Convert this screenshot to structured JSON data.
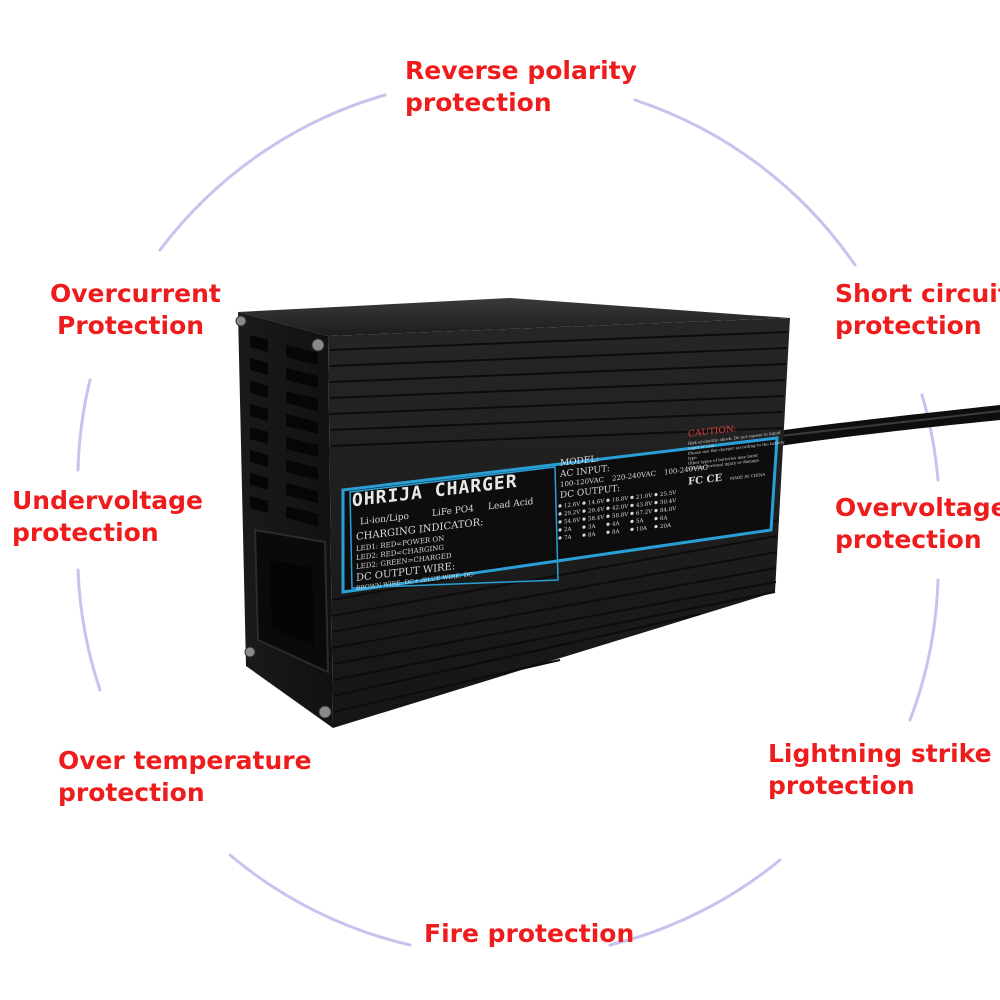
{
  "features": [
    {
      "id": "reverse-polarity",
      "line1": "Reverse polarity",
      "line2": "protection"
    },
    {
      "id": "overcurrent",
      "line1": "Overcurrent",
      "line2": "Protection"
    },
    {
      "id": "short-circuit",
      "line1": "Short circuit",
      "line2": "protection"
    },
    {
      "id": "undervoltage",
      "line1": "Undervoltage",
      "line2": "protection"
    },
    {
      "id": "overvoltage",
      "line1": "Overvoltage",
      "line2": "protection"
    },
    {
      "id": "over-temperature",
      "line1": "Over temperature",
      "line2": "protection"
    },
    {
      "id": "lightning-strike",
      "line1": "Lightning strike",
      "line2": "protection"
    },
    {
      "id": "fire",
      "line1": "Fire protection",
      "line2": ""
    }
  ],
  "label": {
    "brand": "OHRIJA CHARGER",
    "chemistries": [
      "Li-ion/Lipo",
      "LiFe PO4",
      "Lead Acid"
    ],
    "indicator_title": "CHARGING INDICATOR:",
    "led1": "LED1: RED=POWER ON",
    "led2": "LED2: RED=CHARGING",
    "led3": "LED2: GREEN=CHARGED",
    "dc_wire_title": "DC OUTPUT WIRE:",
    "dc_wire": "BROWN WIRE: DC+ /BLUE WIRE: DC-",
    "model": "MODEL:",
    "ac_input": "AC INPUT:",
    "ac_options": [
      "100-120VAC",
      "220-240VAC",
      "100-240VAC"
    ],
    "dc_output": "DC OUTPUT:",
    "voltages": [
      "12.6V",
      "14.6V",
      "16.8V",
      "21.0V",
      "25.5V",
      "29.2V",
      "29.4V",
      "42.0V",
      "43.8V",
      "50.4V",
      "54.6V",
      "58.4V",
      "58.8V",
      "67.2V",
      "84.0V"
    ],
    "currents": [
      "2A",
      "3A",
      "4A",
      "5A",
      "6A",
      "7A",
      "8A",
      "8A",
      "10A",
      "20A"
    ],
    "caution": "CAUTION:",
    "caution_lines": [
      "Risk of electric shock. Do not expose to liquid",
      "vapor or rain",
      "Please use the charger according to the battery",
      "type",
      "Other types of batteries may burst",
      "Causing personal injury or damage"
    ],
    "made_in": "MADE IN CHINA",
    "certs": "FC CE"
  },
  "colors": {
    "accent": "#ee1c1c",
    "ring": "#c6c4ee",
    "body": "#181818",
    "label_border": "#2a9fd6"
  }
}
